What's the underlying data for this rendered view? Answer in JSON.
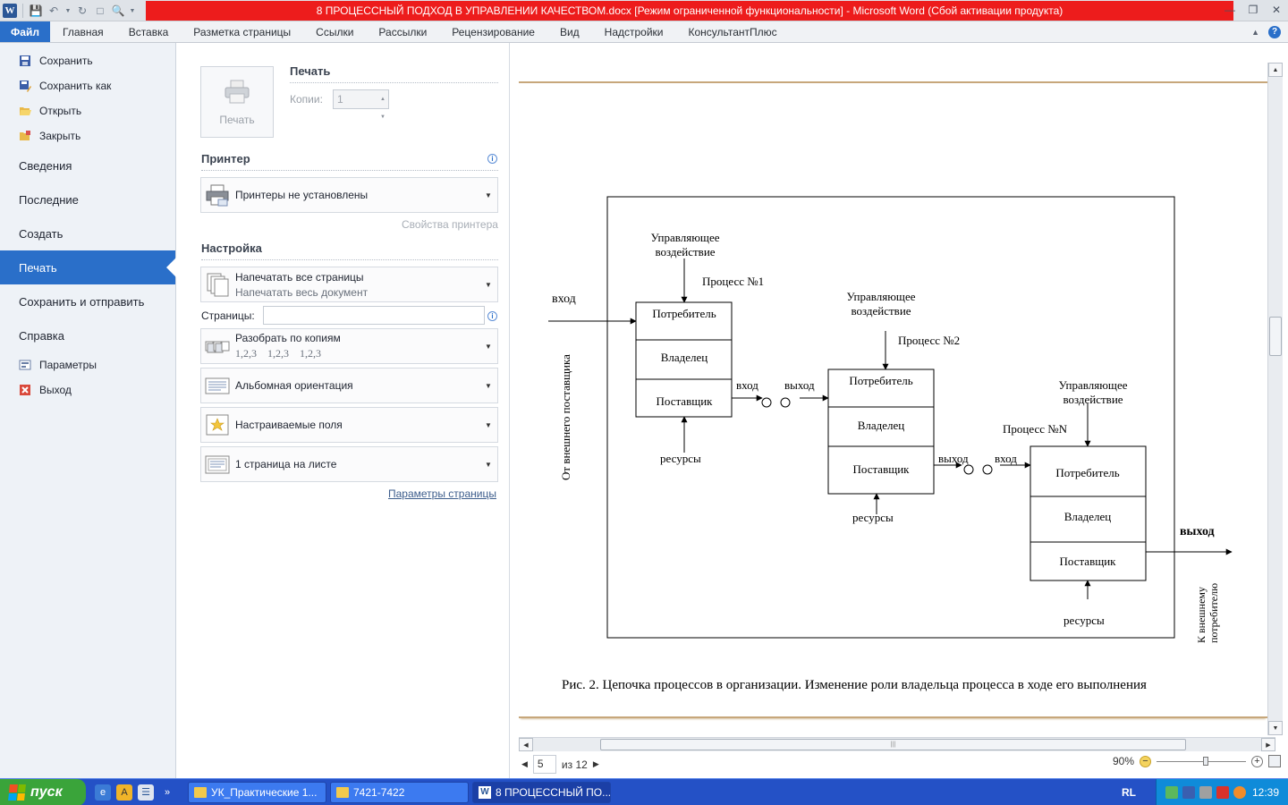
{
  "window": {
    "title": "8 ПРОЦЕССНЫЙ ПОДХОД В УПРАВЛЕНИИ КАЧЕСТВОМ.docx [Режим ограниченной функциональности]  -  Microsoft Word (Сбой активации продукта)"
  },
  "tabs": [
    "Файл",
    "Главная",
    "Вставка",
    "Разметка страницы",
    "Ссылки",
    "Рассылки",
    "Рецензирование",
    "Вид",
    "Надстройки",
    "КонсультантПлюс"
  ],
  "nav": {
    "save": "Сохранить",
    "save_as": "Сохранить как",
    "open": "Открыть",
    "close": "Закрыть",
    "info": "Сведения",
    "recent": "Последние",
    "new": "Создать",
    "print": "Печать",
    "send": "Сохранить и отправить",
    "help": "Справка",
    "options": "Параметры",
    "exit": "Выход"
  },
  "print": {
    "button_label": "Печать",
    "heading": "Печать",
    "copies_label": "Копии:",
    "copies_value": "1",
    "printer_heading": "Принтер",
    "printer_name": "Принтеры не установлены",
    "printer_props": "Свойства принтера",
    "settings_heading": "Настройка",
    "range_main": "Напечатать все страницы",
    "range_sub": "Напечатать весь документ",
    "pages_label": "Страницы:",
    "collate_main": "Разобрать по копиям",
    "collate_sub": "1,2,3    1,2,3    1,2,3",
    "orientation": "Альбомная ориентация",
    "margins": "Настраиваемые поля",
    "per_sheet": "1 страница на листе",
    "page_setup": "Параметры страницы"
  },
  "diagram": {
    "input": "вход",
    "left_vertical": "От внешнего поставщика",
    "control": "Управляющее",
    "control2": "воздействие",
    "process1": "Процесс №1",
    "process2": "Процесс №2",
    "processN": "Процесс №N",
    "consumer": "Потребитель",
    "owner": "Владелец",
    "supplier": "Поставщик",
    "resources": "ресурсы",
    "in_small": "вход",
    "out_small": "выход",
    "output": "выход",
    "right_vertical_1": "К внешнему",
    "right_vertical_2": "потребителю",
    "caption": "Рис. 2. Цепочка процессов в организации. Изменение роли владельца процесса в ходе его выполнения"
  },
  "status": {
    "page_value": "5",
    "page_of": "из 12",
    "zoom": "90%",
    "zoom_fraction": 0.55
  },
  "taskbar": {
    "start": "пуск",
    "tasks": [
      "УК_Практические 1...",
      "7421-7422",
      "8 ПРОЦЕССНЫЙ ПО..."
    ],
    "lang": "RL",
    "clock": "12:39"
  },
  "colors": {
    "title_bar": "#ed1c1c",
    "accent": "#2a6fc9",
    "taskbar": "#2451c6",
    "start": "#3aa43a"
  }
}
